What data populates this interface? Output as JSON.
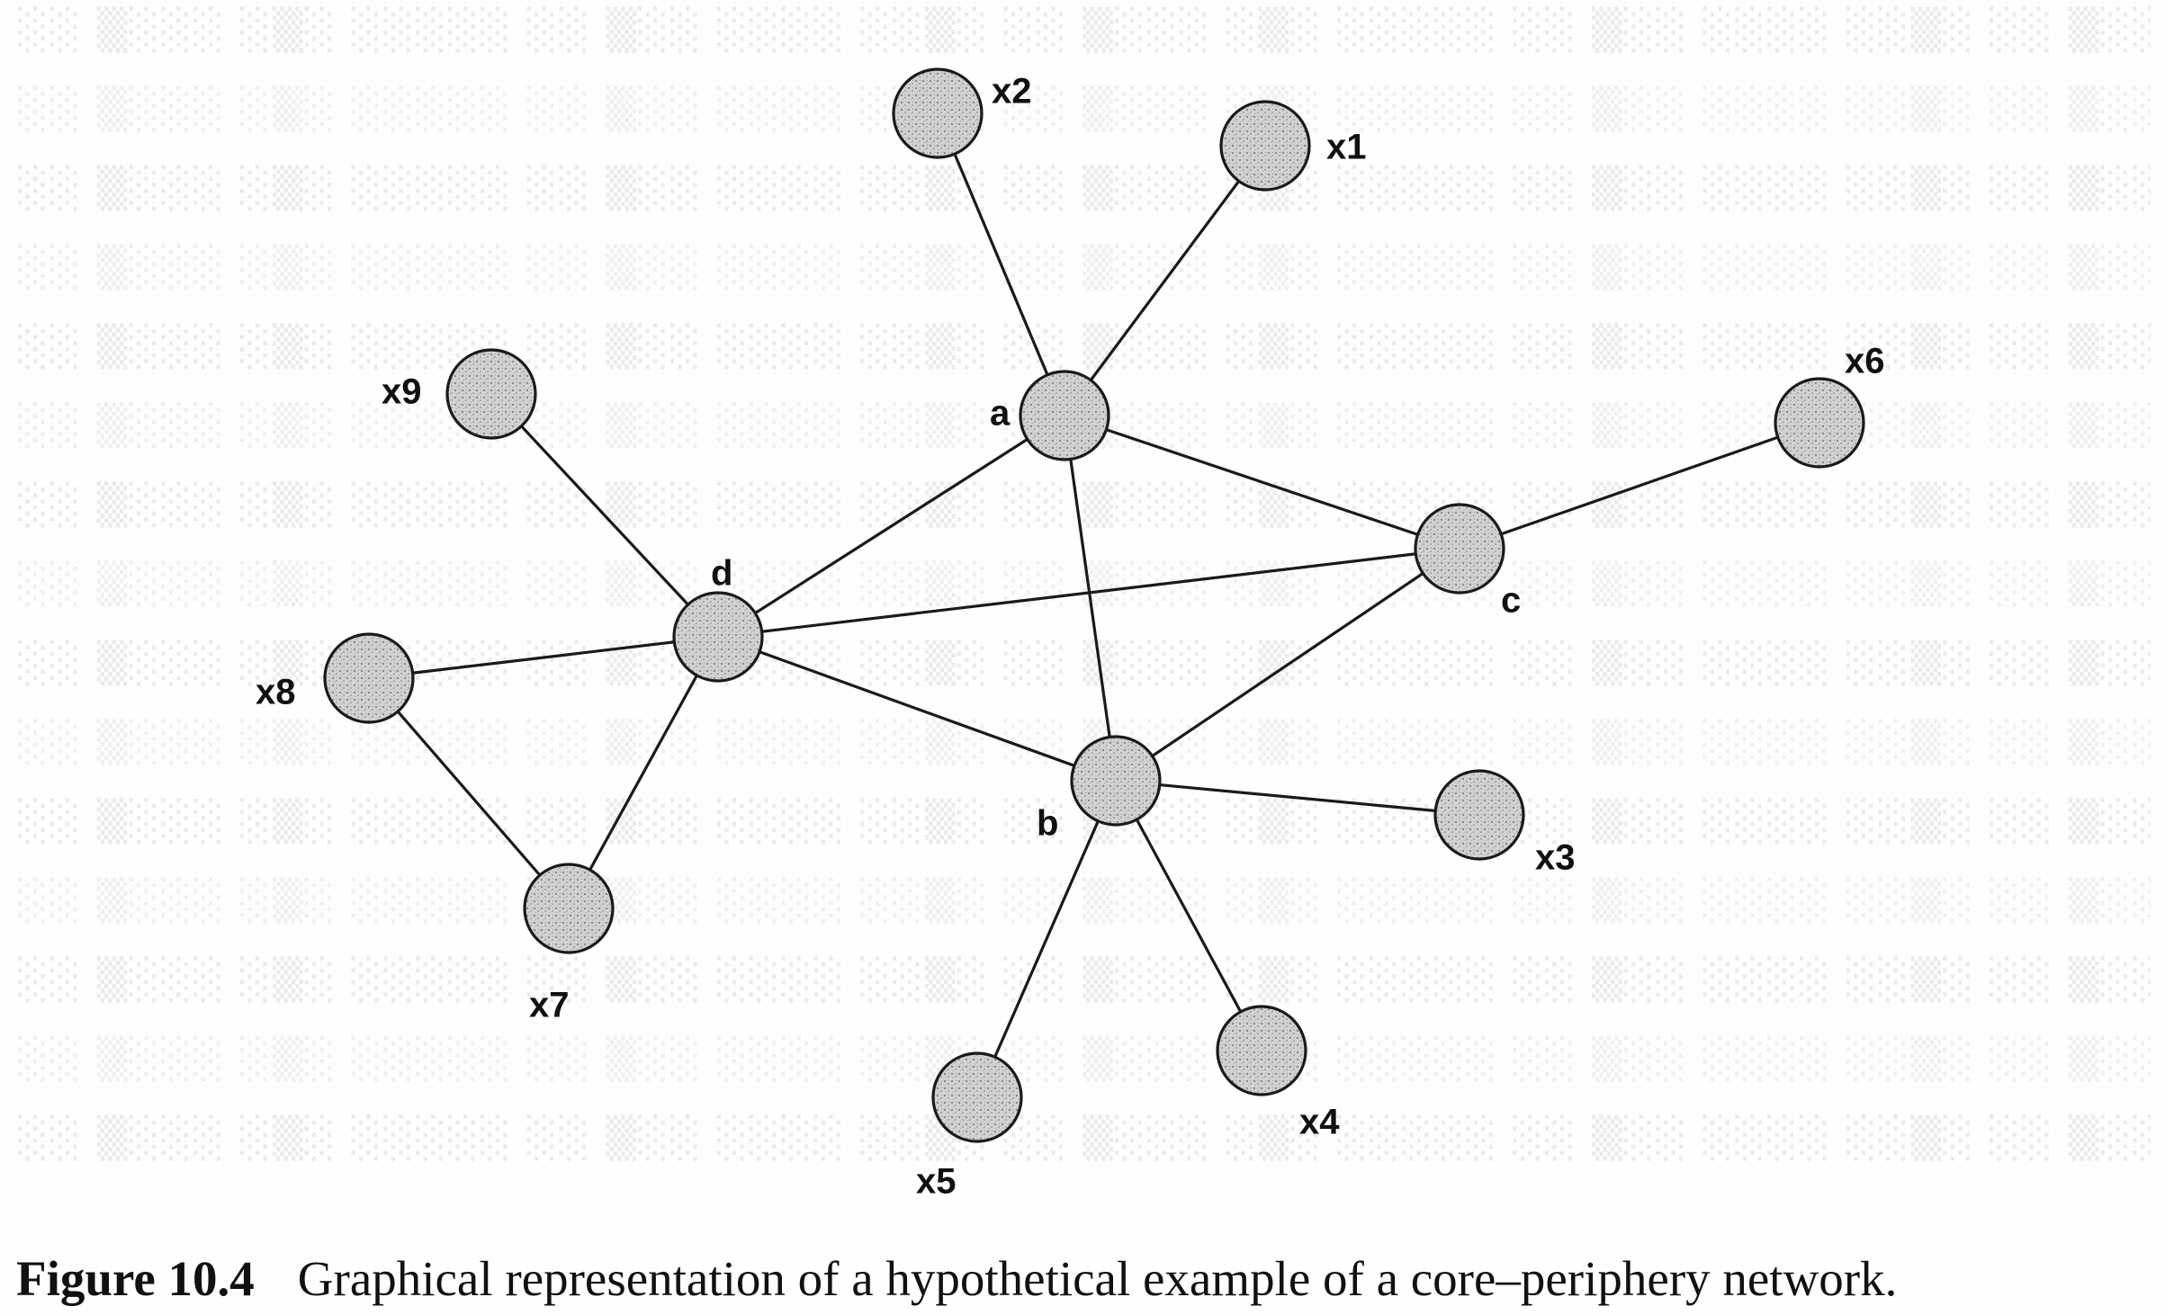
{
  "diagram": {
    "type": "network",
    "nodes": [
      {
        "id": "a",
        "label": "a"
      },
      {
        "id": "b",
        "label": "b"
      },
      {
        "id": "c",
        "label": "c"
      },
      {
        "id": "d",
        "label": "d"
      },
      {
        "id": "x1",
        "label": "x1"
      },
      {
        "id": "x2",
        "label": "x2"
      },
      {
        "id": "x3",
        "label": "x3"
      },
      {
        "id": "x4",
        "label": "x4"
      },
      {
        "id": "x5",
        "label": "x5"
      },
      {
        "id": "x6",
        "label": "x6"
      },
      {
        "id": "x7",
        "label": "x7"
      },
      {
        "id": "x8",
        "label": "x8"
      },
      {
        "id": "x9",
        "label": "x9"
      }
    ],
    "edges": [
      [
        "x2",
        "a"
      ],
      [
        "x1",
        "a"
      ],
      [
        "a",
        "c"
      ],
      [
        "a",
        "d"
      ],
      [
        "a",
        "b"
      ],
      [
        "c",
        "x6"
      ],
      [
        "c",
        "d"
      ],
      [
        "c",
        "b"
      ],
      [
        "d",
        "x9"
      ],
      [
        "d",
        "x8"
      ],
      [
        "d",
        "x7"
      ],
      [
        "d",
        "b"
      ],
      [
        "x8",
        "x7"
      ],
      [
        "b",
        "x3"
      ],
      [
        "b",
        "x4"
      ],
      [
        "b",
        "x5"
      ]
    ]
  },
  "caption": {
    "number": "Figure 10.4",
    "text": "Graphical representation of a hypothetical example of a core–periphery network."
  }
}
